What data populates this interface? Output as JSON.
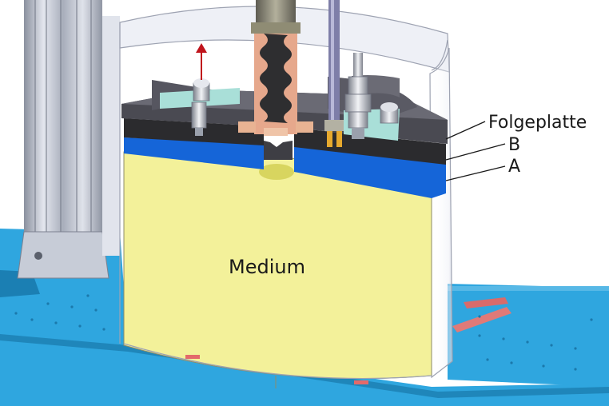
{
  "diagram": {
    "labels": {
      "folgeplatte": "Folgeplatte",
      "b": "B",
      "a": "A",
      "medium": "Medium"
    },
    "colors": {
      "base_plate": "#2fa6df",
      "medium": "#f3f19a",
      "layer_a": "#1565d8",
      "layer_b": "#2b2b2e",
      "follower_plate": "#4a4a52",
      "column": "#b9bfcc",
      "container_wall": "#d8dbe6",
      "lift_arrow": "#c0141c"
    }
  }
}
